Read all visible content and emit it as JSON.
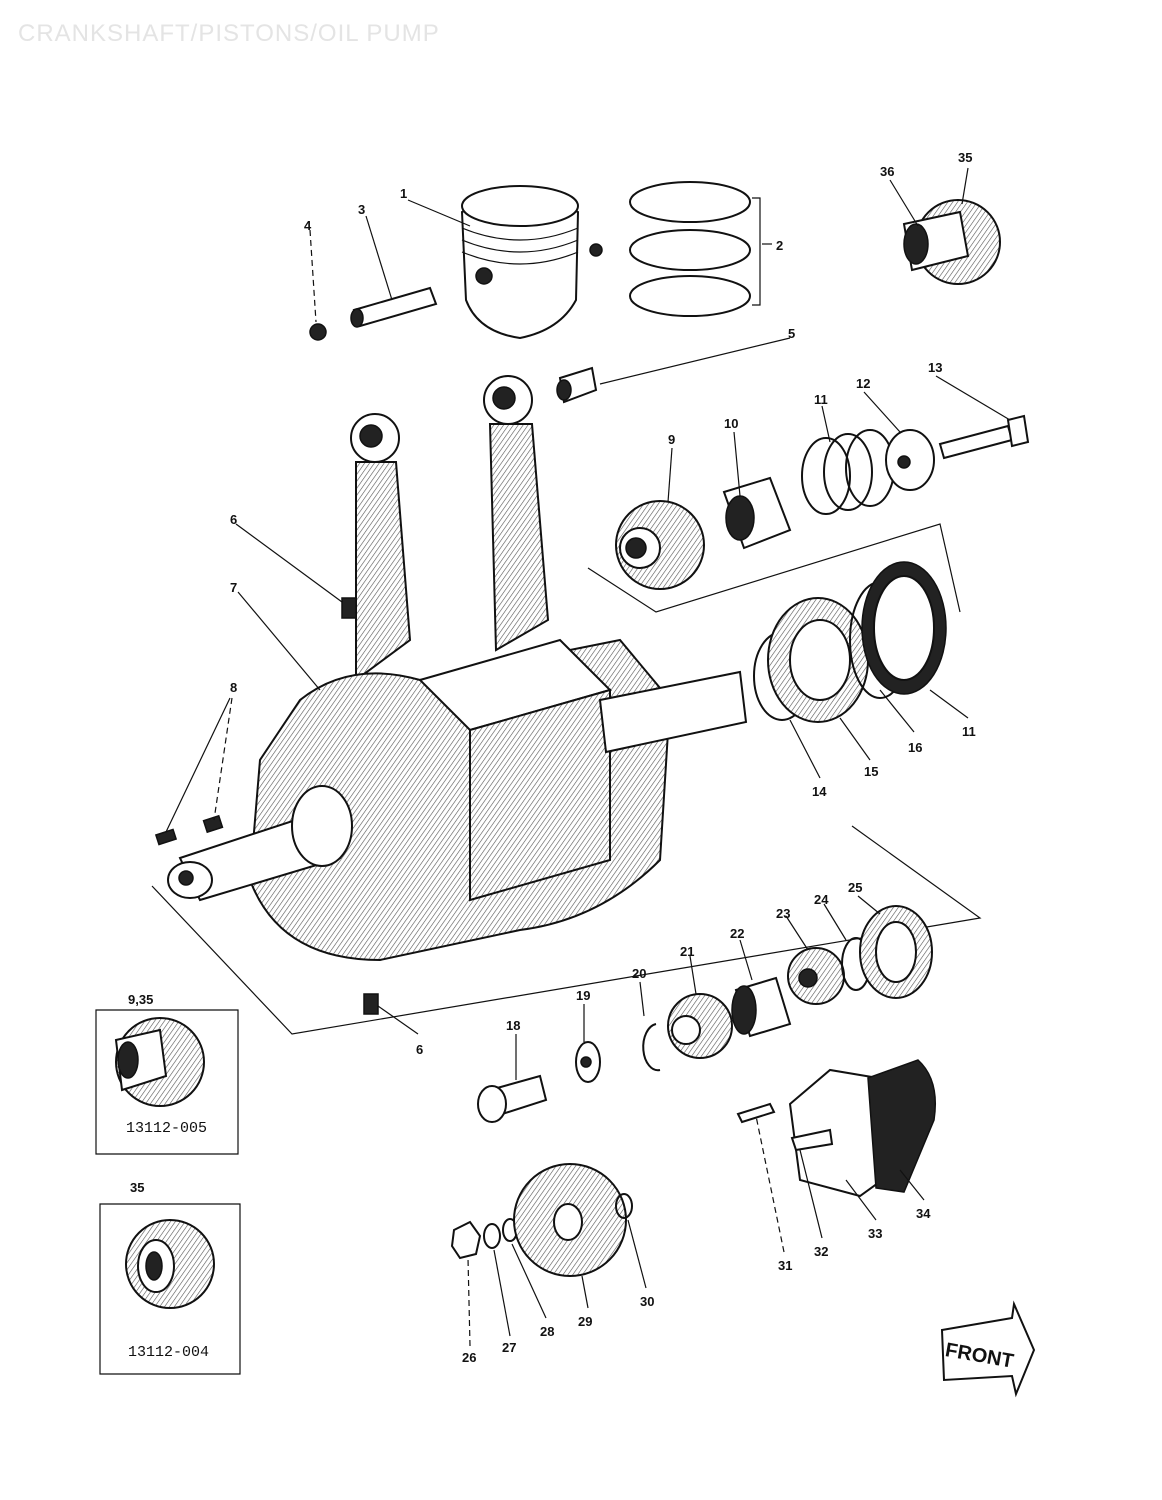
{
  "title": "CRANKSHAFT/PISTONS/OIL PUMP",
  "callouts": [
    {
      "id": "1",
      "label": "1"
    },
    {
      "id": "2",
      "label": "2"
    },
    {
      "id": "3",
      "label": "3"
    },
    {
      "id": "4",
      "label": "4"
    },
    {
      "id": "5",
      "label": "5"
    },
    {
      "id": "6a",
      "label": "6"
    },
    {
      "id": "6b",
      "label": "6"
    },
    {
      "id": "7",
      "label": "7"
    },
    {
      "id": "8",
      "label": "8"
    },
    {
      "id": "9",
      "label": "9"
    },
    {
      "id": "10",
      "label": "10"
    },
    {
      "id": "11a",
      "label": "11"
    },
    {
      "id": "11b",
      "label": "11"
    },
    {
      "id": "12",
      "label": "12"
    },
    {
      "id": "13",
      "label": "13"
    },
    {
      "id": "14",
      "label": "14"
    },
    {
      "id": "15",
      "label": "15"
    },
    {
      "id": "16",
      "label": "16"
    },
    {
      "id": "18",
      "label": "18"
    },
    {
      "id": "19",
      "label": "19"
    },
    {
      "id": "20",
      "label": "20"
    },
    {
      "id": "21",
      "label": "21"
    },
    {
      "id": "22",
      "label": "22"
    },
    {
      "id": "23",
      "label": "23"
    },
    {
      "id": "24",
      "label": "24"
    },
    {
      "id": "25",
      "label": "25"
    },
    {
      "id": "26",
      "label": "26"
    },
    {
      "id": "27",
      "label": "27"
    },
    {
      "id": "28",
      "label": "28"
    },
    {
      "id": "29",
      "label": "29"
    },
    {
      "id": "30",
      "label": "30"
    },
    {
      "id": "31",
      "label": "31"
    },
    {
      "id": "32",
      "label": "32"
    },
    {
      "id": "33",
      "label": "33"
    },
    {
      "id": "34",
      "label": "34"
    },
    {
      "id": "35",
      "label": "35"
    },
    {
      "id": "36",
      "label": "36"
    }
  ],
  "insets": {
    "top": {
      "header": "9,35",
      "code": "13112-005"
    },
    "bottom": {
      "header": "35",
      "code": "13112-004"
    }
  },
  "front_label": "FRONT"
}
